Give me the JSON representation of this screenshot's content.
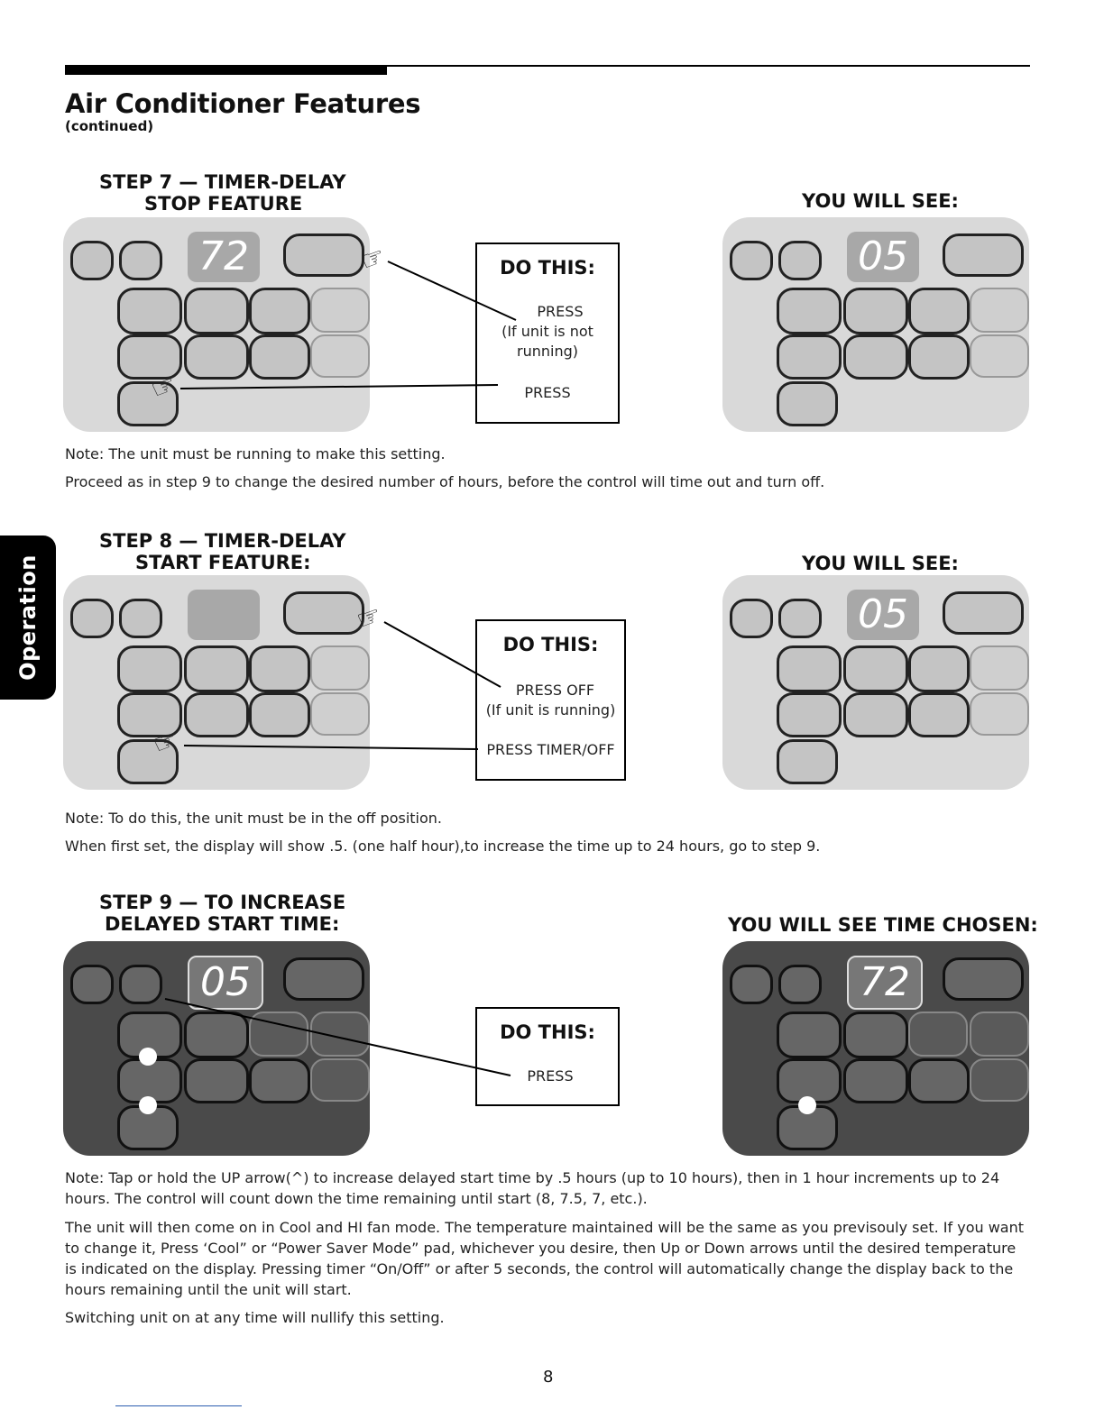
{
  "header": {
    "title": "Air Conditioner Features",
    "subtitle": "(continued)"
  },
  "side_tab": "Operation",
  "step7": {
    "heading_line1": "STEP 7 — TIMER-DELAY",
    "heading_line2": "STOP FEATURE",
    "you_will_see": "YOU WILL SEE:",
    "display_before": "72",
    "display_after": "05",
    "do_this": {
      "title": "DO THIS:",
      "line1": "PRESS",
      "line2": "(If unit is not",
      "line3": "running)",
      "line4": "PRESS"
    },
    "notes": [
      "Note: The unit must be running to make this setting.",
      "Proceed as in step 9 to change the desired number of hours, before the control will time out and turn off."
    ]
  },
  "step8": {
    "heading_line1": "STEP 8 — TIMER-DELAY",
    "heading_line2": "START FEATURE:",
    "you_will_see": "YOU WILL SEE:",
    "display_after": "05",
    "do_this": {
      "title": "DO THIS:",
      "line1": "PRESS OFF",
      "line2": "(If unit is running)",
      "line3": "PRESS TIMER/OFF"
    },
    "notes": [
      "Note: To do this, the unit must be in the off position.",
      "When first set, the display will show .5. (one half hour),to increase the time up to 24 hours, go to step 9."
    ]
  },
  "step9": {
    "heading_line1": "STEP 9 — TO INCREASE",
    "heading_line2": "DELAYED START TIME:",
    "you_will_see": "YOU WILL SEE TIME CHOSEN:",
    "display_before": "05",
    "display_after": "72",
    "do_this": {
      "title": "DO THIS:",
      "line1": "PRESS"
    },
    "notes": [
      "Note: Tap or hold the UP arrow(^) to increase delayed start time by .5 hours (up to 10 hours), then in 1 hour increments up to 24 hours. The control will count down the time remaining until start (8, 7.5, 7, etc.).",
      "The unit will then come on in Cool and HI fan mode. The temperature maintained will be the same as you previsouly set. If you want to change it, Press ‘Cool” or “Power Saver Mode” pad, whichever you desire, then Up or Down arrows until the desired temperature is indicated on the display. Pressing timer “On/Off” or after 5 seconds, the control will automatically change the display back to the hours remaining until the unit will start.",
      "Switching unit on at any time will nullify this setting."
    ]
  },
  "page_number": "8"
}
